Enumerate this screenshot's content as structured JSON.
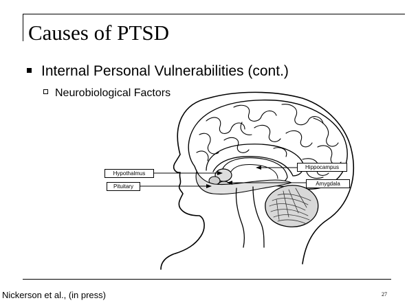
{
  "slide": {
    "title": "Causes of PTSD",
    "bullet_level1": "Internal Personal Vulnerabilities (cont.)",
    "bullet_level2": "Neurobiological Factors",
    "footer": "Nickerson et al., (in press)",
    "page_number": "27"
  },
  "figure": {
    "description_icon": "brain-head-profile-drawing",
    "labels": {
      "hypothalamus": "Hypothalmus",
      "pituitary": "Pituitary",
      "hippocampus": "Hippocampus",
      "amygdala": "Amygdala"
    }
  }
}
